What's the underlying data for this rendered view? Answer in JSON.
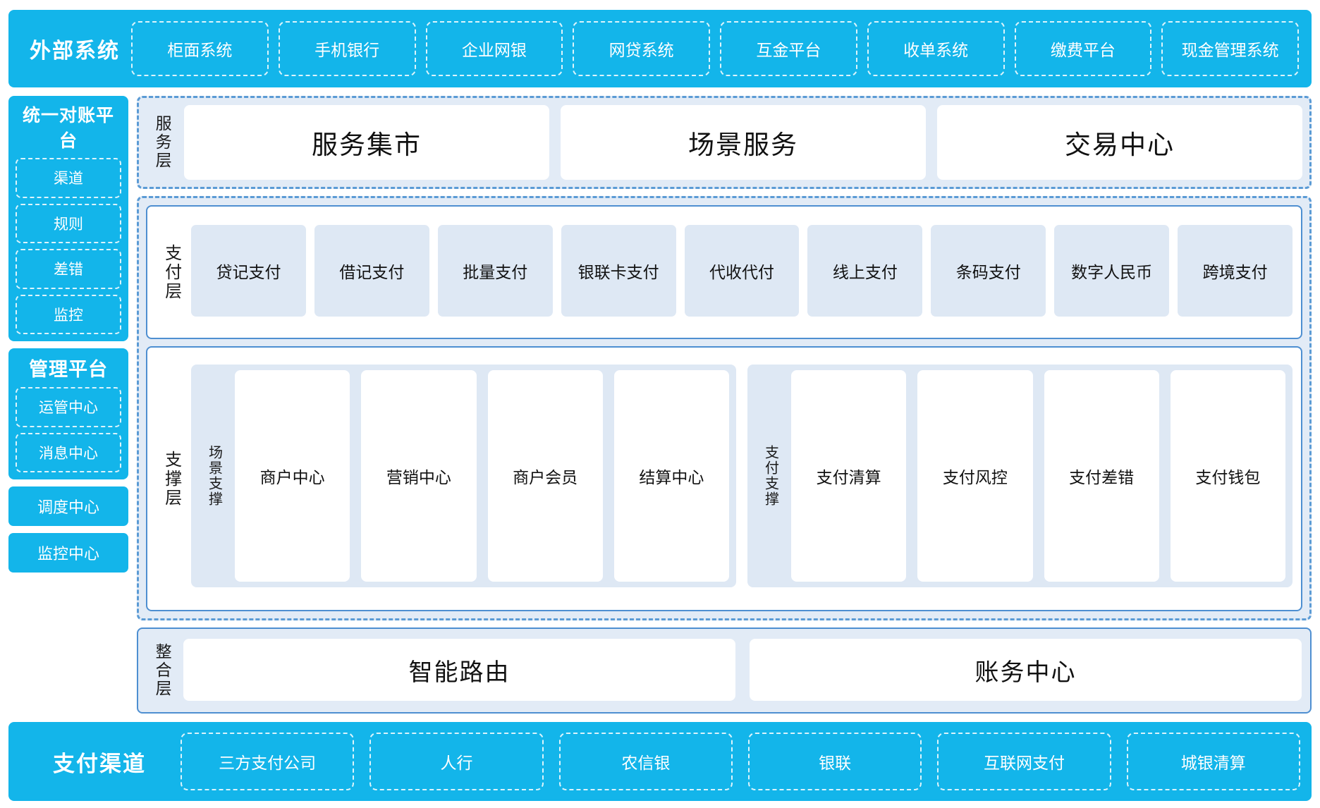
{
  "external_system": {
    "title": "外部系统",
    "items": [
      "柜面系统",
      "手机银行",
      "企业网银",
      "网贷系统",
      "互金平台",
      "收单系统",
      "缴费平台",
      "现金管理系统"
    ]
  },
  "left_rail": {
    "reconciliation": {
      "title": "统一对账平台",
      "items": [
        "渠道",
        "规则",
        "差错",
        "监控"
      ]
    },
    "management": {
      "title": "管理平台",
      "items": [
        "运管中心",
        "消息中心"
      ]
    },
    "standalone": [
      "调度中心",
      "监控中心"
    ]
  },
  "service_layer": {
    "label": "服务层",
    "cards": [
      "服务集市",
      "场景服务",
      "交易中心"
    ]
  },
  "payment_layer": {
    "label": "支付层",
    "tiles": [
      "贷记支付",
      "借记支付",
      "批量支付",
      "银联卡支付",
      "代收代付",
      "线上支付",
      "条码支付",
      "数字人民币",
      "跨境支付"
    ]
  },
  "support_layer": {
    "label": "支撑层",
    "groups": [
      {
        "label": "场景支撑",
        "tiles": [
          "商户中心",
          "营销中心",
          "商户会员",
          "结算中心"
        ]
      },
      {
        "label": "支付支撑",
        "tiles": [
          "支付清算",
          "支付风控",
          "支付差错",
          "支付钱包"
        ]
      }
    ]
  },
  "integration_layer": {
    "label": "整合层",
    "cards": [
      "智能路由",
      "账务中心"
    ]
  },
  "payment_channel": {
    "title": "支付渠道",
    "items": [
      "三方支付公司",
      "人行",
      "农信银",
      "银联",
      "互联网支付",
      "城银清算"
    ]
  },
  "colors": {
    "cyan": "#13B5EA",
    "group_bg": "#E2EBF6",
    "tile_blue": "#DEE8F4",
    "border_blue": "#4E8FD1",
    "dash_blue": "#5B9BD5"
  }
}
